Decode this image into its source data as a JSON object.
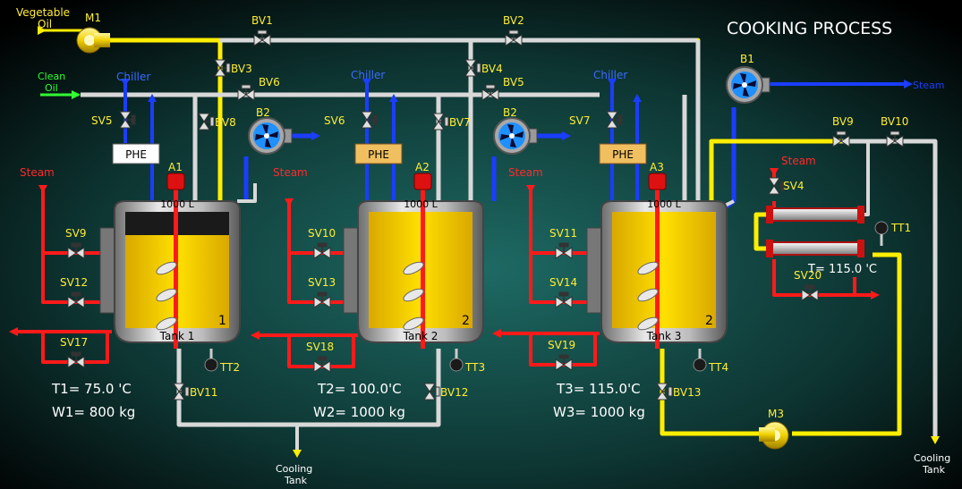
{
  "title": "COOKING PROCESS",
  "feeds": {
    "vegetable_oil": [
      "Vegetable",
      "Oil"
    ],
    "clean_oil": [
      "Clean",
      "Oil"
    ]
  },
  "motors": {
    "m1": "M1",
    "m3": "M3"
  },
  "blowers": {
    "b1": "B1",
    "b2a": "B2",
    "b2b": "B2"
  },
  "bypass_valves": {
    "bv1": "BV1",
    "bv2": "BV2",
    "bv3": "BV3",
    "bv4": "BV4",
    "bv5": "BV5",
    "bv6": "BV6",
    "bv7": "BV7",
    "bv8": "BV8",
    "bv9": "BV9",
    "bv10": "BV10",
    "bv11": "BV11",
    "bv12": "BV12",
    "bv13": "BV13"
  },
  "solenoid_valves": {
    "sv4": "SV4",
    "sv5": "SV5",
    "sv6": "SV6",
    "sv7": "SV7",
    "sv9": "SV9",
    "sv10": "SV10",
    "sv11": "SV11",
    "sv12": "SV12",
    "sv13": "SV13",
    "sv14": "SV14",
    "sv17": "SV17",
    "sv18": "SV18",
    "sv19": "SV19",
    "sv20": "SV20"
  },
  "chiller_label": "Chiller",
  "phe_label": "PHE",
  "steam_label": "Steam",
  "tanks": [
    {
      "name": "Tank 1",
      "agitator": "A1",
      "capacity": "1000 L",
      "number": "1",
      "sensor": "TT2",
      "temp_label": "T1= 75.0  'C",
      "weight_label": "W1= 800   kg",
      "level": 0.8
    },
    {
      "name": "Tank 2",
      "agitator": "A2",
      "capacity": "1000 L",
      "number": "2",
      "sensor": "TT3",
      "temp_label": "T2= 100.0'C",
      "weight_label": "W2= 1000 kg",
      "level": 1.0
    },
    {
      "name": "Tank 3",
      "agitator": "A3",
      "capacity": "1000 L",
      "number": "2",
      "sensor": "TT4",
      "temp_label": "T3= 115.0'C",
      "weight_label": "W3= 1000 kg",
      "level": 1.0
    }
  ],
  "heat_exchanger": {
    "sensor": "TT1",
    "temp_label": "T= 115.0 'C"
  },
  "outlets": {
    "cooling_tank_1": [
      "Cooling",
      "Tank"
    ],
    "cooling_tank_2": [
      "Cooling",
      "Tank"
    ]
  },
  "colors": {
    "oil": "#ffee00",
    "steam": "#ff1a1a",
    "water": "#1a3dff",
    "clean": "#d8d8d8",
    "fill": "#f5c800"
  }
}
